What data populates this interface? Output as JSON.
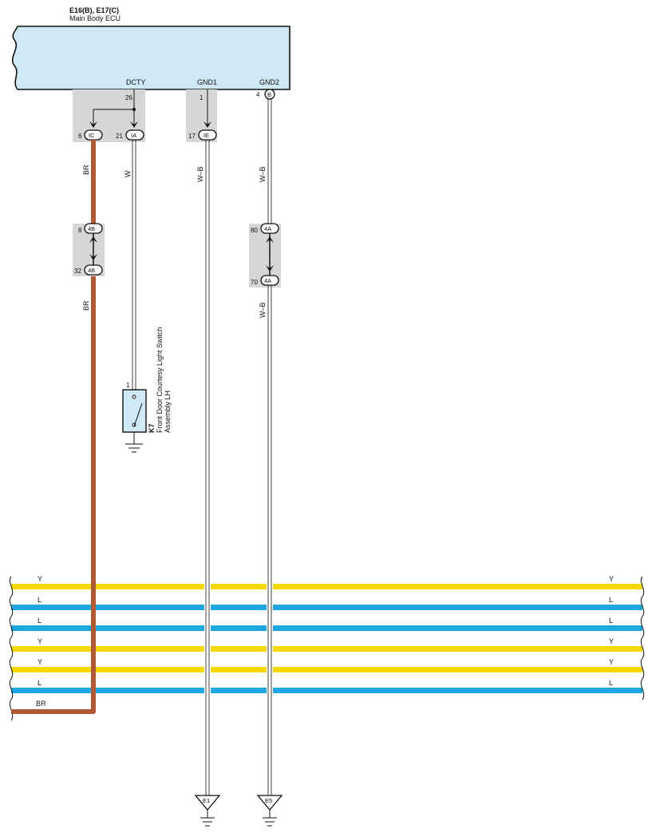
{
  "ecu": {
    "connectors": "E16(B), E17(C)",
    "name": "Main Body ECU",
    "color": "#cfeaf6",
    "terminals": {
      "dcty": {
        "name": "DCTY",
        "pin": "26"
      },
      "gnd1": {
        "name": "GND1",
        "pin": "1"
      },
      "gnd2": {
        "name": "GND2",
        "pin": "4",
        "connector": "B"
      }
    }
  },
  "junctions": {
    "ic": {
      "pin": "6",
      "id": "IC"
    },
    "ia": {
      "pin": "21",
      "id": "IA"
    },
    "ie": {
      "pin": "17",
      "id": "IE"
    },
    "j4b_top": {
      "pin": "8",
      "id": "4B"
    },
    "j4b_bot": {
      "pin": "32",
      "id": "4B"
    },
    "j4a_top": {
      "pin": "80",
      "id": "4A"
    },
    "j4a_bot": {
      "pin": "70",
      "id": "4A"
    }
  },
  "wire_labels": {
    "br_upper": "BR",
    "br_lower": "BR",
    "w": "W",
    "wb_gnd1": "W–B",
    "wb_gnd2_upper": "W–B",
    "wb_gnd2_lower": "W–B",
    "br_harness": "BR"
  },
  "switch": {
    "pin": "1",
    "code": "K7",
    "name_line1": "Front Door Courtesy Light Switch",
    "name_line2": "Assembly LH",
    "color": "#cfeaf6"
  },
  "harness": [
    {
      "left": "Y",
      "right": "Y",
      "color": "#f5d800"
    },
    {
      "left": "L",
      "right": "L",
      "color": "#1ea6e0"
    },
    {
      "left": "L",
      "right": "L",
      "color": "#1ea6e0"
    },
    {
      "left": "Y",
      "right": "Y",
      "color": "#f5d800"
    },
    {
      "left": "Y",
      "right": "Y",
      "color": "#f5d800"
    },
    {
      "left": "L",
      "right": "L",
      "color": "#1ea6e0"
    }
  ],
  "grounds": {
    "e1": "E1",
    "e5": "E5"
  },
  "colors": {
    "br_wire": "#b05a35",
    "connector_bg": "#d6d6d6"
  }
}
